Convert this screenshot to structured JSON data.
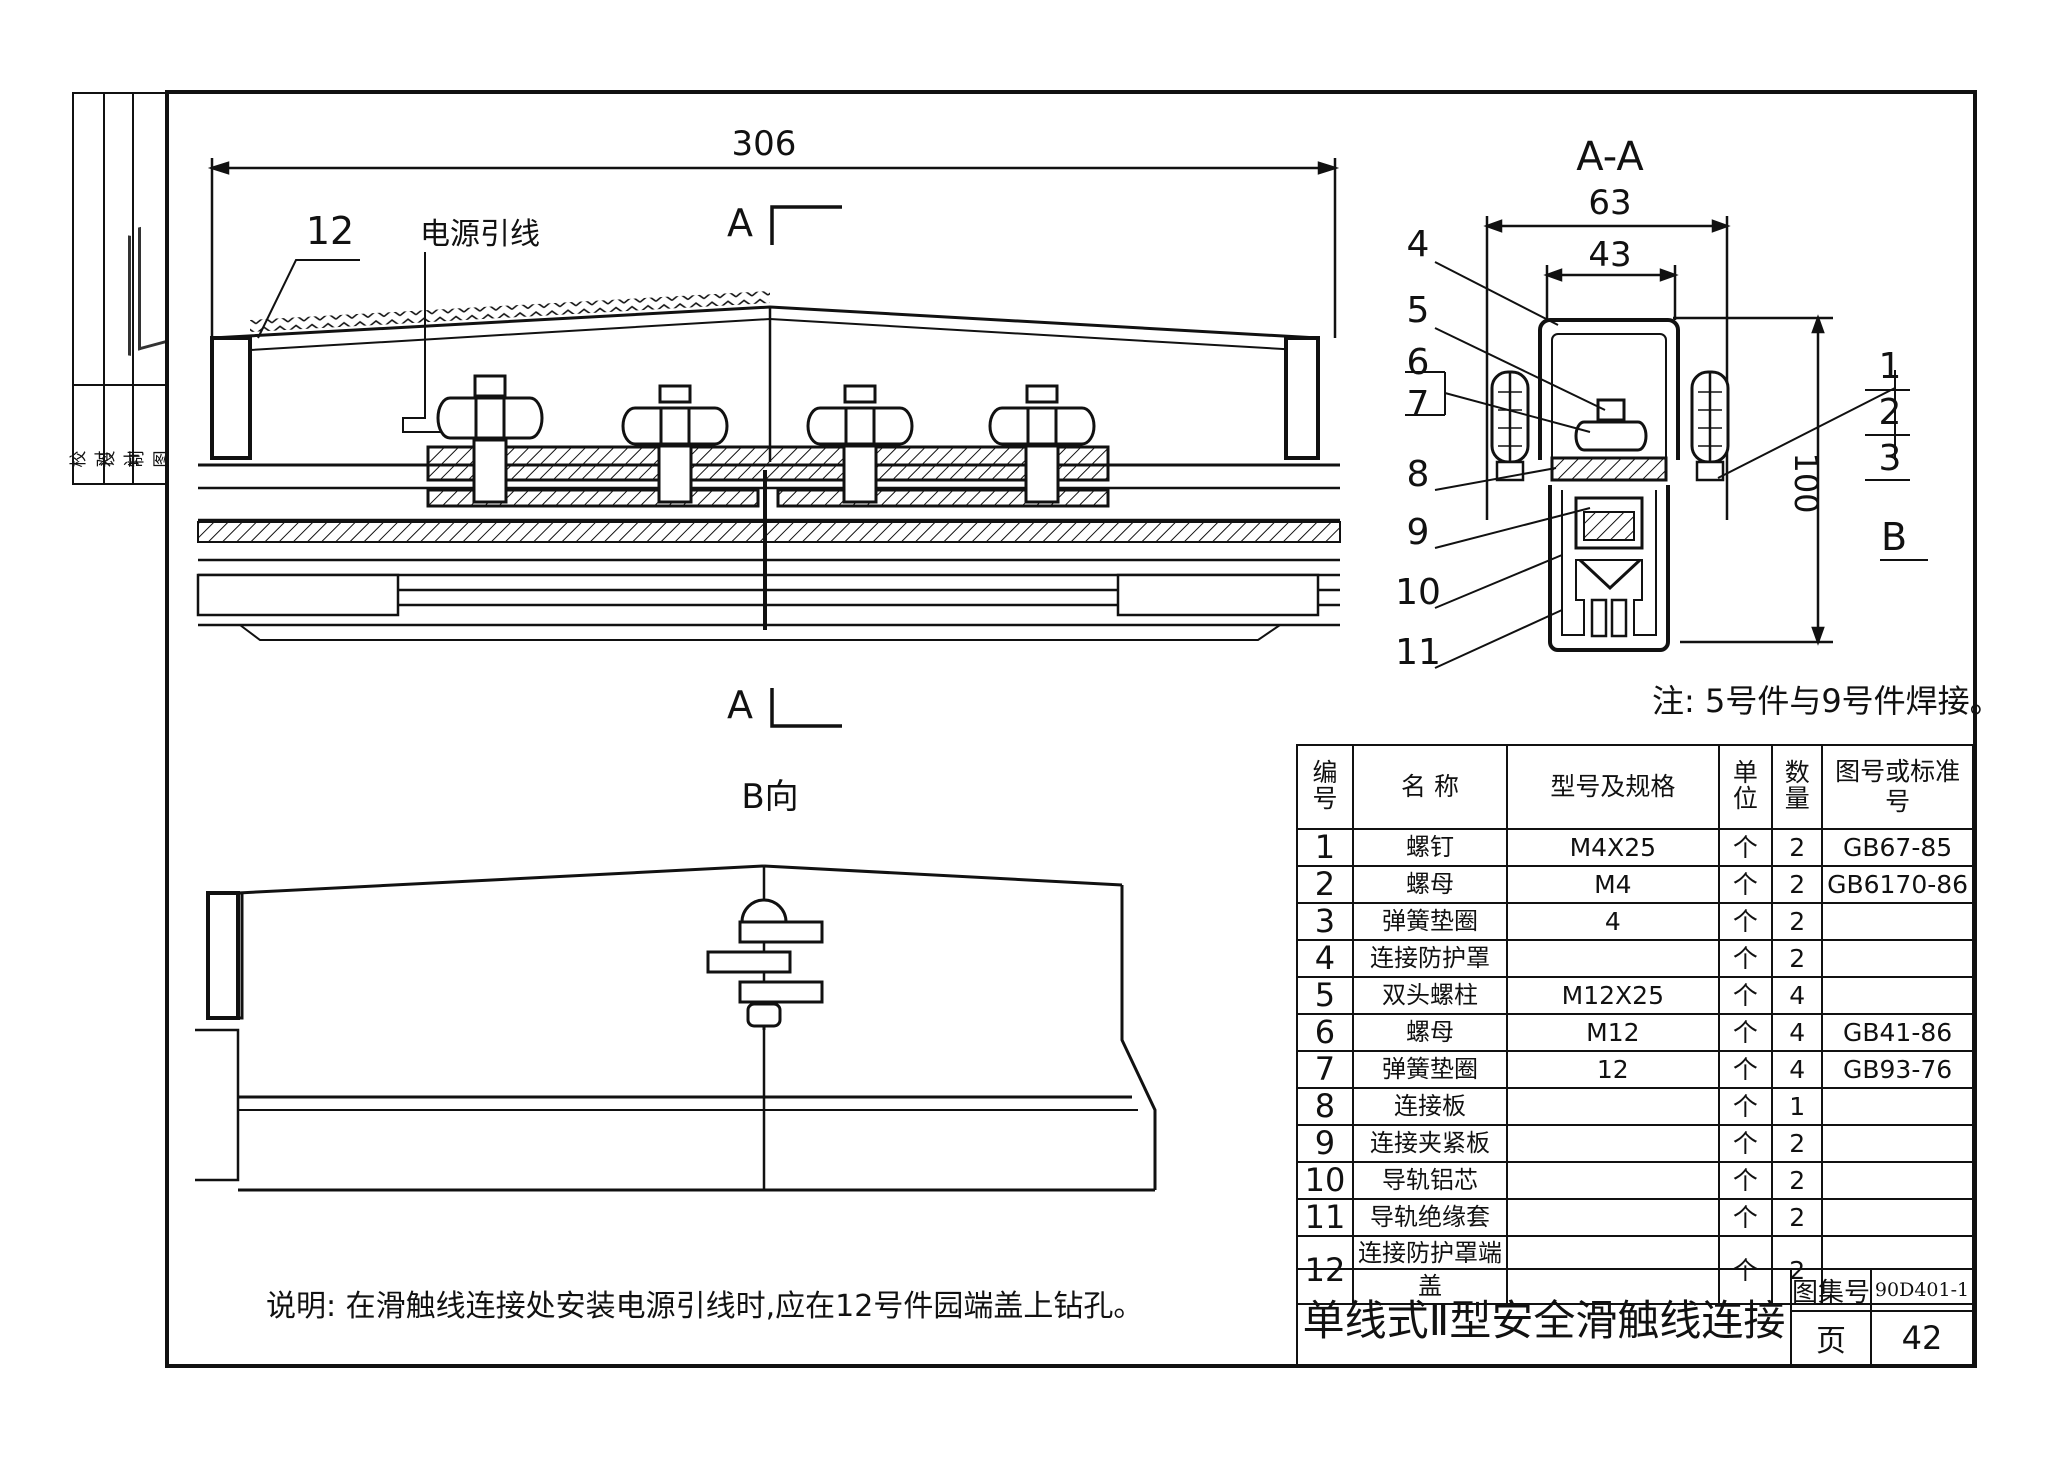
{
  "drawing": {
    "dimension_total": "306",
    "section_label": "A",
    "callout_12": "12",
    "callout_power": "电源引线",
    "section_title": "A-A",
    "dim_63": "63",
    "dim_43": "43",
    "dim_100": "100",
    "view_label_b": "B",
    "callouts_left": [
      "4",
      "5",
      "6",
      "7",
      "8",
      "9",
      "10",
      "11"
    ],
    "callouts_right": [
      "1",
      "2",
      "3"
    ],
    "note": "注:  5号件与9号件焊接。",
    "b_view_title": "B向",
    "explanation": "说明:  在滑触线连接处安装电源引线时,应在12号件园端盖上钻孔。"
  },
  "sidebar": {
    "roles": [
      "校对",
      "设计",
      "制图"
    ]
  },
  "bom": {
    "headers": [
      "编号",
      "名 称",
      "型号及规格",
      "单位",
      "数量",
      "图号或标准号"
    ],
    "rows": [
      {
        "no": "1",
        "name": "螺钉",
        "spec": "M4X25",
        "unit": "个",
        "qty": "2",
        "std": "GB67-85"
      },
      {
        "no": "2",
        "name": "螺母",
        "spec": "M4",
        "unit": "个",
        "qty": "2",
        "std": "GB6170-86"
      },
      {
        "no": "3",
        "name": "弹簧垫圈",
        "spec": "4",
        "unit": "个",
        "qty": "2",
        "std": ""
      },
      {
        "no": "4",
        "name": "连接防护罩",
        "spec": "",
        "unit": "个",
        "qty": "2",
        "std": ""
      },
      {
        "no": "5",
        "name": "双头螺柱",
        "spec": "M12X25",
        "unit": "个",
        "qty": "4",
        "std": ""
      },
      {
        "no": "6",
        "name": "螺母",
        "spec": "M12",
        "unit": "个",
        "qty": "4",
        "std": "GB41-86"
      },
      {
        "no": "7",
        "name": "弹簧垫圈",
        "spec": "12",
        "unit": "个",
        "qty": "4",
        "std": "GB93-76"
      },
      {
        "no": "8",
        "name": "连接板",
        "spec": "",
        "unit": "个",
        "qty": "1",
        "std": ""
      },
      {
        "no": "9",
        "name": "连接夹紧板",
        "spec": "",
        "unit": "个",
        "qty": "2",
        "std": ""
      },
      {
        "no": "10",
        "name": "导轨铝芯",
        "spec": "",
        "unit": "个",
        "qty": "2",
        "std": ""
      },
      {
        "no": "11",
        "name": "导轨绝缘套",
        "spec": "",
        "unit": "个",
        "qty": "2",
        "std": ""
      },
      {
        "no": "12",
        "name": "连接防护罩端盖",
        "spec": "",
        "unit": "个",
        "qty": "2",
        "std": ""
      }
    ]
  },
  "titleblock": {
    "title": "单线式Ⅱ型安全滑触线连接",
    "atlas_label": "图集号",
    "atlas_no": "90D401-1",
    "page_label": "页",
    "page_no": "42"
  }
}
